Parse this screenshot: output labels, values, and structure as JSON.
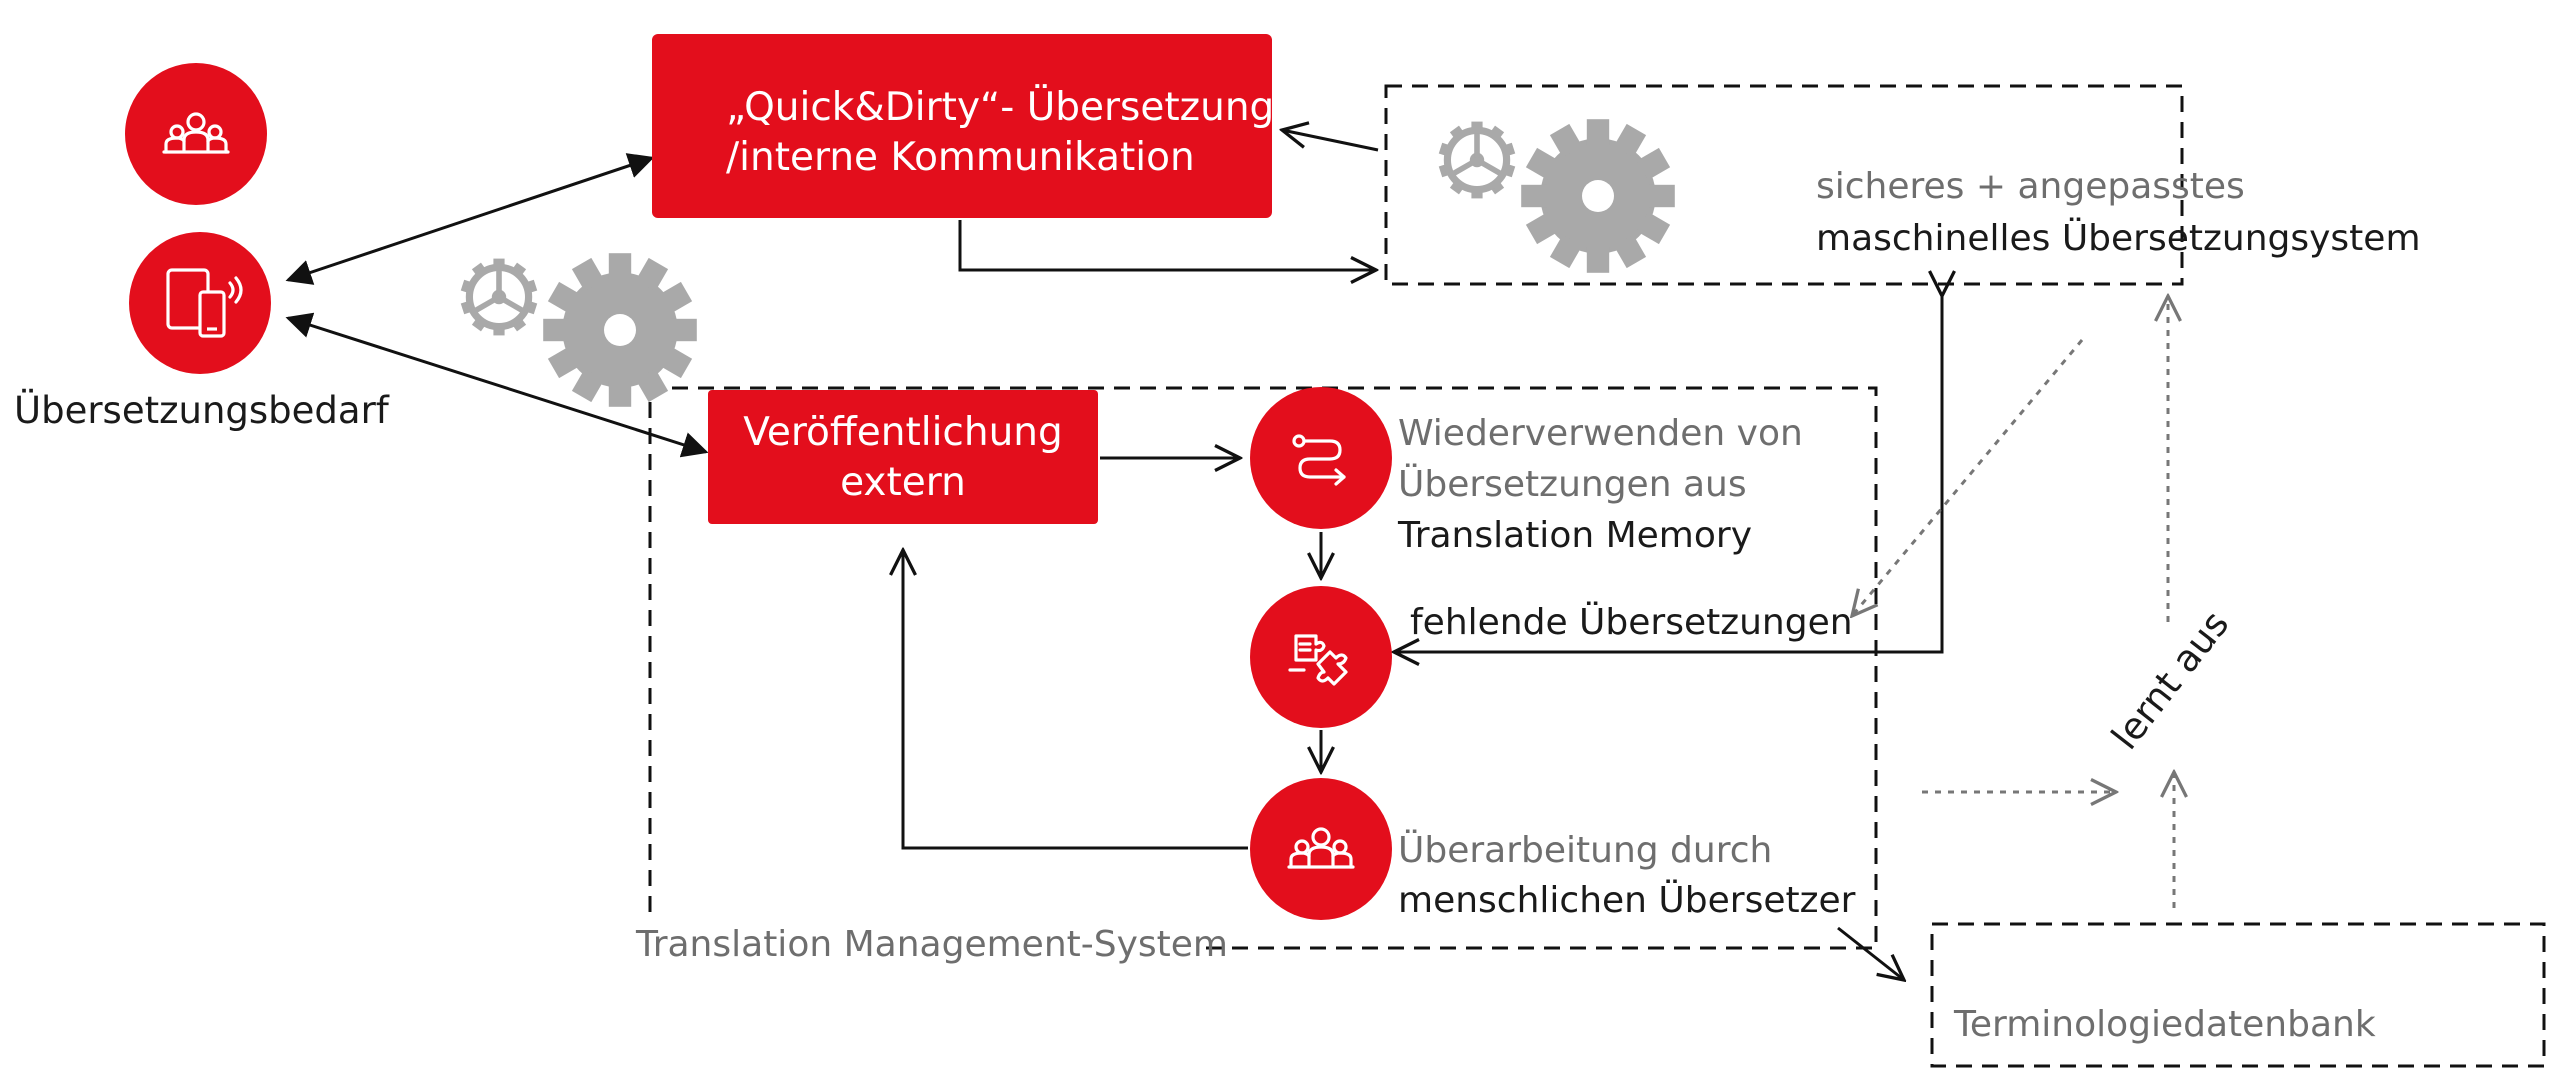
{
  "colors": {
    "red": "#e30e1c",
    "gear": "#a9a9a9",
    "line": "#111111",
    "dashed": "#777777"
  },
  "nodes": {
    "quick_dirty": {
      "line1": "„Quick&Dirty“- Übersetzung",
      "line2": "/interne Kommunikation"
    },
    "publication": {
      "line1": "Veröffentlichung",
      "line2": "extern"
    },
    "mt_system": {
      "line1": "sicheres + angepasstes",
      "line2": "maschinelles Übersetzungsystem"
    },
    "translation_demand": "Übersetzungsbedarf",
    "tm_reuse": {
      "line1": "Wiederverwenden von",
      "line2": "Übersetzungen aus",
      "line3": "Translation Memory"
    },
    "missing": "fehlende Übersetzungen",
    "revision": {
      "line1": "Überarbeitung durch",
      "line2": "menschlichen Übersetzer"
    },
    "tms": "Translation Management-System",
    "termdb": "Terminologiedatenbank",
    "learns": "lernt aus"
  },
  "icons": {
    "team_top": "people-group-icon",
    "devices": "tablet-phone-icon",
    "reuse": "route-icon",
    "missing": "puzzle-document-icon",
    "translator": "people-group-icon",
    "gears": "gear-icon"
  }
}
